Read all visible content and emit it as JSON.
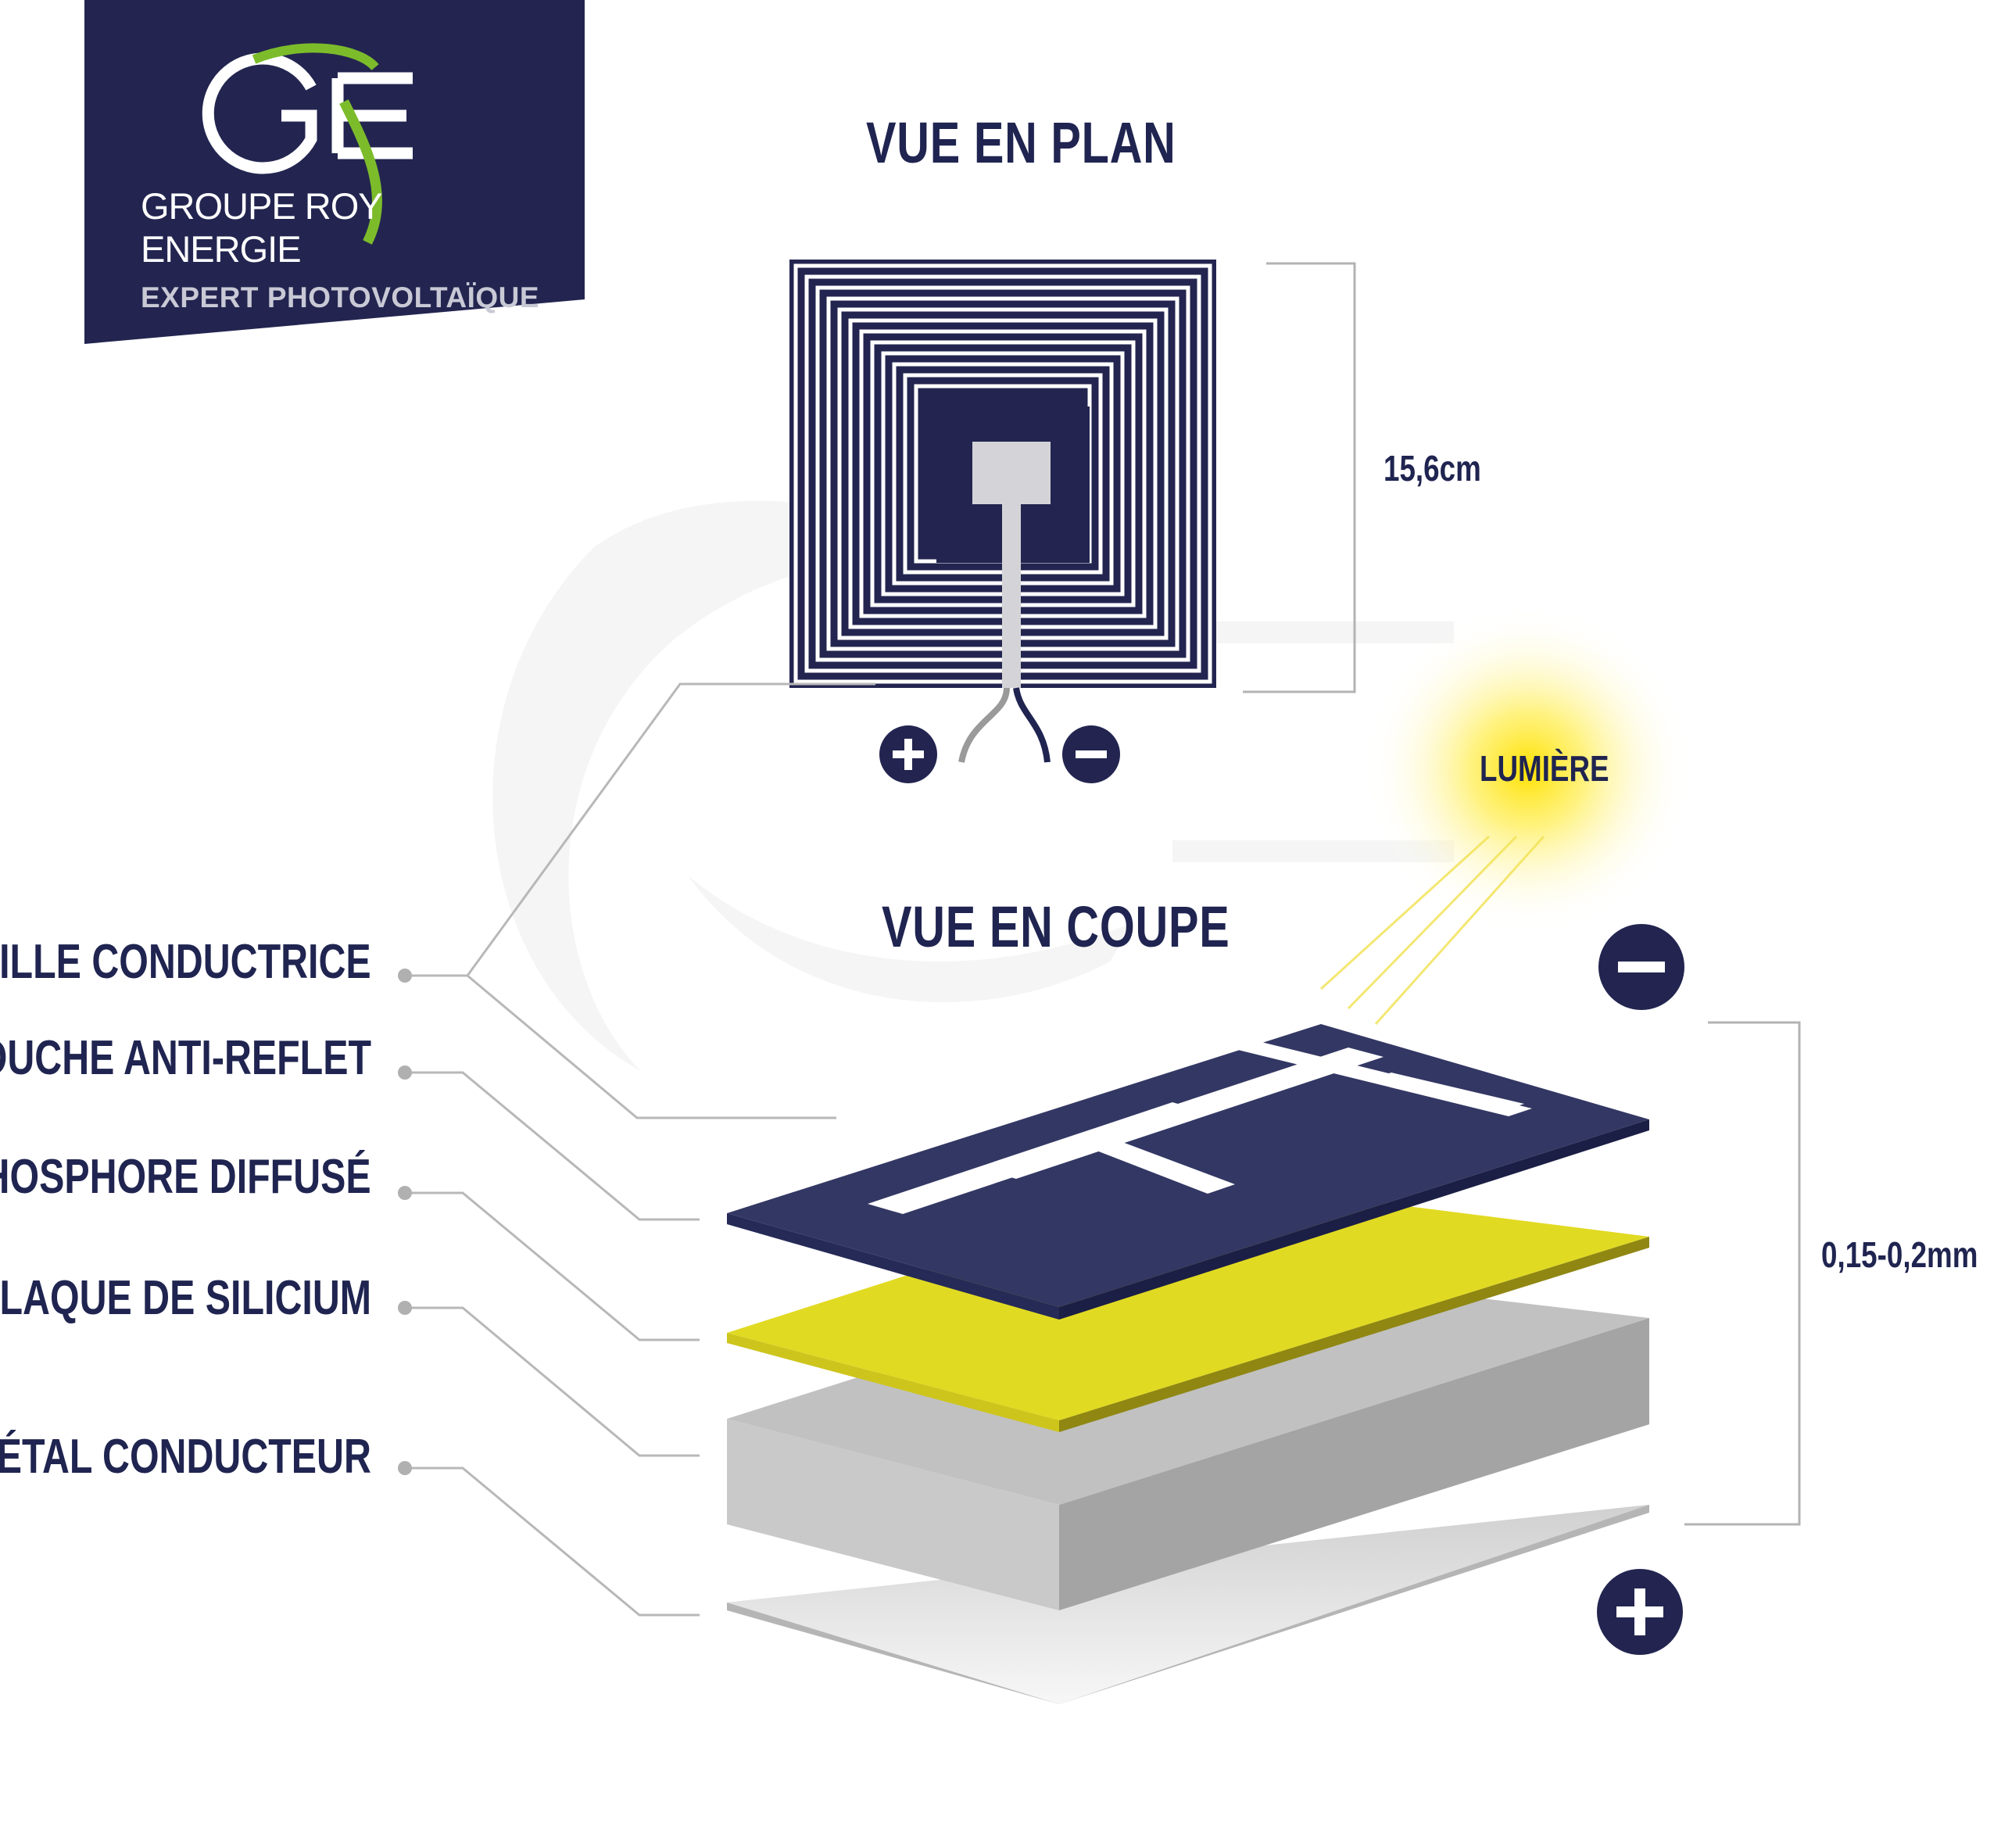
{
  "logo": {
    "monogram": "GRE",
    "name": "GROUPE ROY ENERGIE",
    "tagline": "EXPERT PHOTOVOLTAÏQUE"
  },
  "plan_view": {
    "title": "VUE EN PLAN",
    "dimension": "15,6cm"
  },
  "section_view": {
    "title": "VUE EN COUPE",
    "dimension": "0,15-0,2mm",
    "light_label": "LUMIÈRE"
  },
  "layers": [
    {
      "label": "GRILLE CONDUCTRICE",
      "color": "#ffffff"
    },
    {
      "label": "COUCHE ANTI-REFLET",
      "color": "#333763"
    },
    {
      "label": "PHOSPHORE DIFFUSÉ",
      "color": "#e1da23"
    },
    {
      "label": "PLAQUE DE SILICIUM",
      "color": "#a0a0a0"
    },
    {
      "label": "MÉTAL CONDUCTEUR",
      "color": "#c6c6c6"
    }
  ],
  "terminals": {
    "positive_icon": "plus-icon",
    "negative_icon": "minus-icon"
  },
  "colors": {
    "navy": "#232550",
    "yellow": "#e1da23",
    "green": "#7cbc2b",
    "grey": "#a0a0a0"
  }
}
